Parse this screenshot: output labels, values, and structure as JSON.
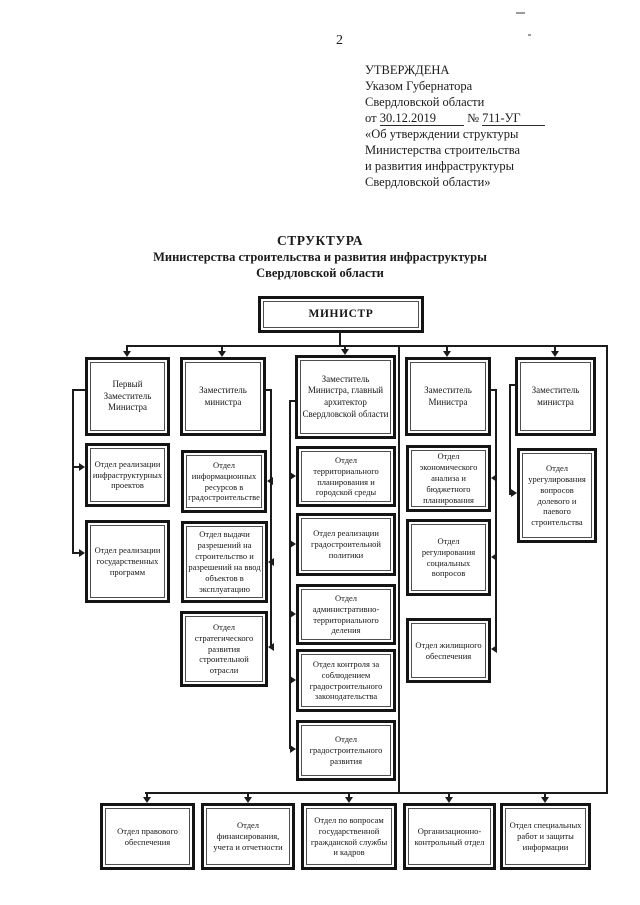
{
  "page": {
    "number": "2"
  },
  "approval": {
    "line1": "УТВЕРЖДЕНА",
    "line2": "Указом Губернатора",
    "line3": "Свердловской области",
    "date_prefix": "от",
    "date": "30.12.2019",
    "number_sign": "№",
    "number": "711-УГ",
    "line5": "«Об утверждении структуры",
    "line6": "Министерства строительства",
    "line7": "и развития инфраструктуры",
    "line8": "Свердловской области»"
  },
  "title": {
    "line1": "СТРУКТУРА",
    "line2": "Министерства строительства и развития инфраструктуры",
    "line3": "Свердловской области"
  },
  "org": {
    "minister": "МИНИСТР",
    "deputies": [
      "Первый Заместитель Министра",
      "Заместитель министра",
      "Заместитель Министра, главный архитектор Свердловской области",
      "Заместитель Министра",
      "Заместитель министра"
    ],
    "col1": [
      "Отдел реализации инфраструктурных проектов",
      "Отдел реализации государственных программ"
    ],
    "col2": [
      "Отдел информационных ресурсов в градостроительстве",
      "Отдел выдачи разрешений на строительство и разрешений на ввод объектов в эксплуатацию",
      "Отдел стратегического развития строительной отрасли"
    ],
    "col3": [
      "Отдел территориального планирования и городской среды",
      "Отдел реализации градостроительной политики",
      "Отдел административно-территориального деления",
      "Отдел контроля за соблюдением градостроительного законодательства",
      "Отдел градостроительного развития"
    ],
    "col4": [
      "Отдел экономического анализа и бюджетного планирования",
      "Отдел регулирования социальных вопросов",
      "Отдел жилищного обеспечения"
    ],
    "col5": [
      "Отдел урегулирования вопросов долевого и паевого строительства"
    ],
    "bottom": [
      "Отдел правового обеспечения",
      "Отдел финансирования, учета и отчетности",
      "Отдел по вопросам государственной гражданской службы и кадров",
      "Организационно-контрольный отдел",
      "Отдел специальных работ и защиты информации"
    ]
  }
}
